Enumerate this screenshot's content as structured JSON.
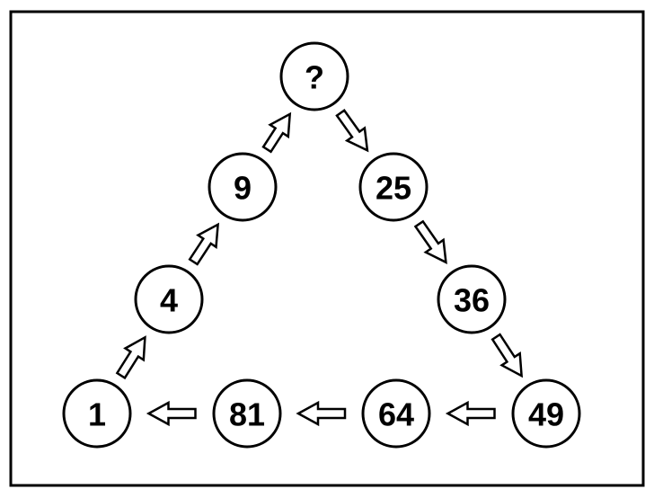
{
  "nodes": [
    {
      "id": "top",
      "label": "?"
    },
    {
      "id": "left-upper",
      "label": "9"
    },
    {
      "id": "left-middle",
      "label": "4"
    },
    {
      "id": "bottom-left",
      "label": "1"
    },
    {
      "id": "right-upper",
      "label": "25"
    },
    {
      "id": "right-middle",
      "label": "36"
    },
    {
      "id": "bottom-right",
      "label": "49"
    },
    {
      "id": "bottom-mid-right",
      "label": "64"
    },
    {
      "id": "bottom-mid-left",
      "label": "81"
    }
  ],
  "edges": [
    {
      "from": "bottom-left",
      "to": "left-middle"
    },
    {
      "from": "left-middle",
      "to": "left-upper"
    },
    {
      "from": "left-upper",
      "to": "top"
    },
    {
      "from": "top",
      "to": "right-upper"
    },
    {
      "from": "right-upper",
      "to": "right-middle"
    },
    {
      "from": "right-middle",
      "to": "bottom-right"
    },
    {
      "from": "bottom-right",
      "to": "bottom-mid-right"
    },
    {
      "from": "bottom-mid-right",
      "to": "bottom-mid-left"
    },
    {
      "from": "bottom-mid-left",
      "to": "bottom-left"
    }
  ]
}
